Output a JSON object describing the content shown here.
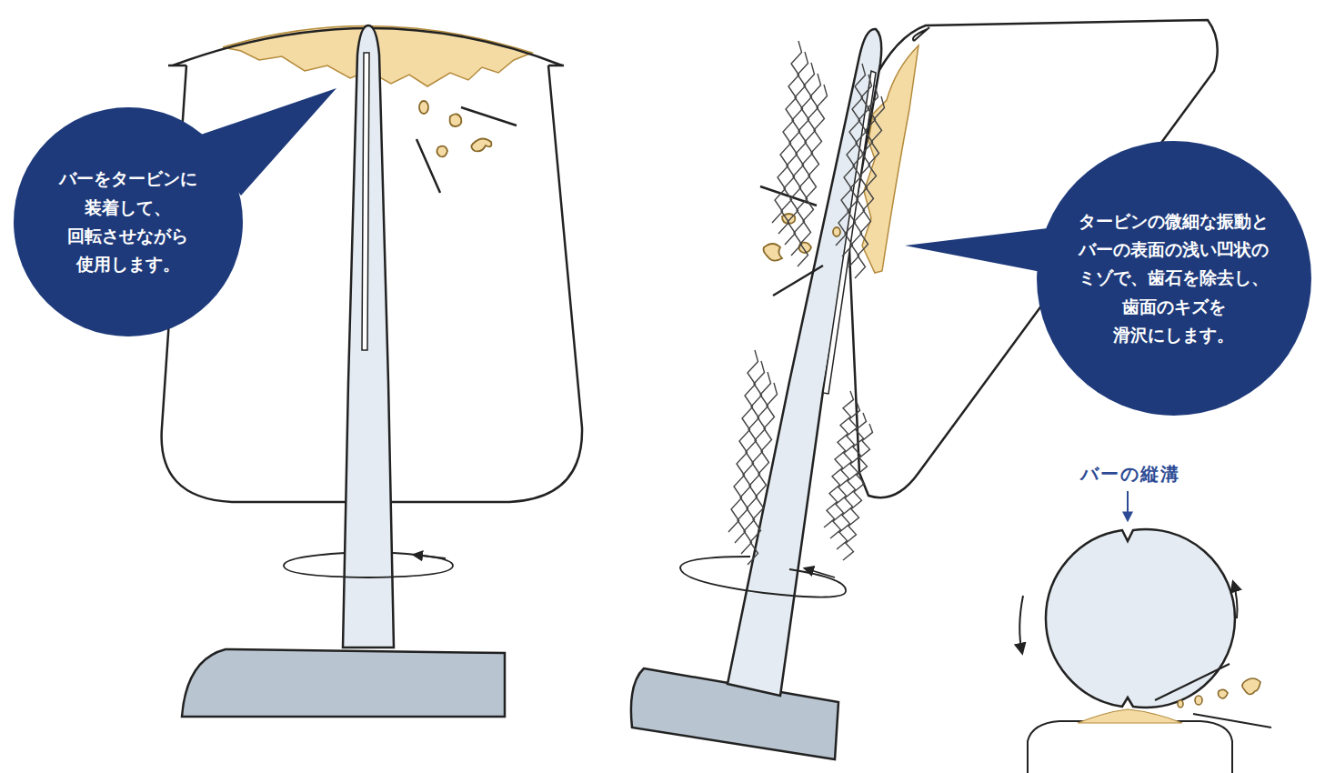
{
  "diagram": {
    "nodes": [
      {
        "text": [
          "バーをタービンに 装着して、 回転させながら 使用します。"
        ]
      },
      {
        "text": [
          "タービンの微細な振動と バーの表面の浅い凹状の ミゾで、歯石を除去し、 歯面のキズを 滑沢にします。"
        ]
      }
    ],
    "labels": [
      "バーの縦溝"
    ]
  }
}
